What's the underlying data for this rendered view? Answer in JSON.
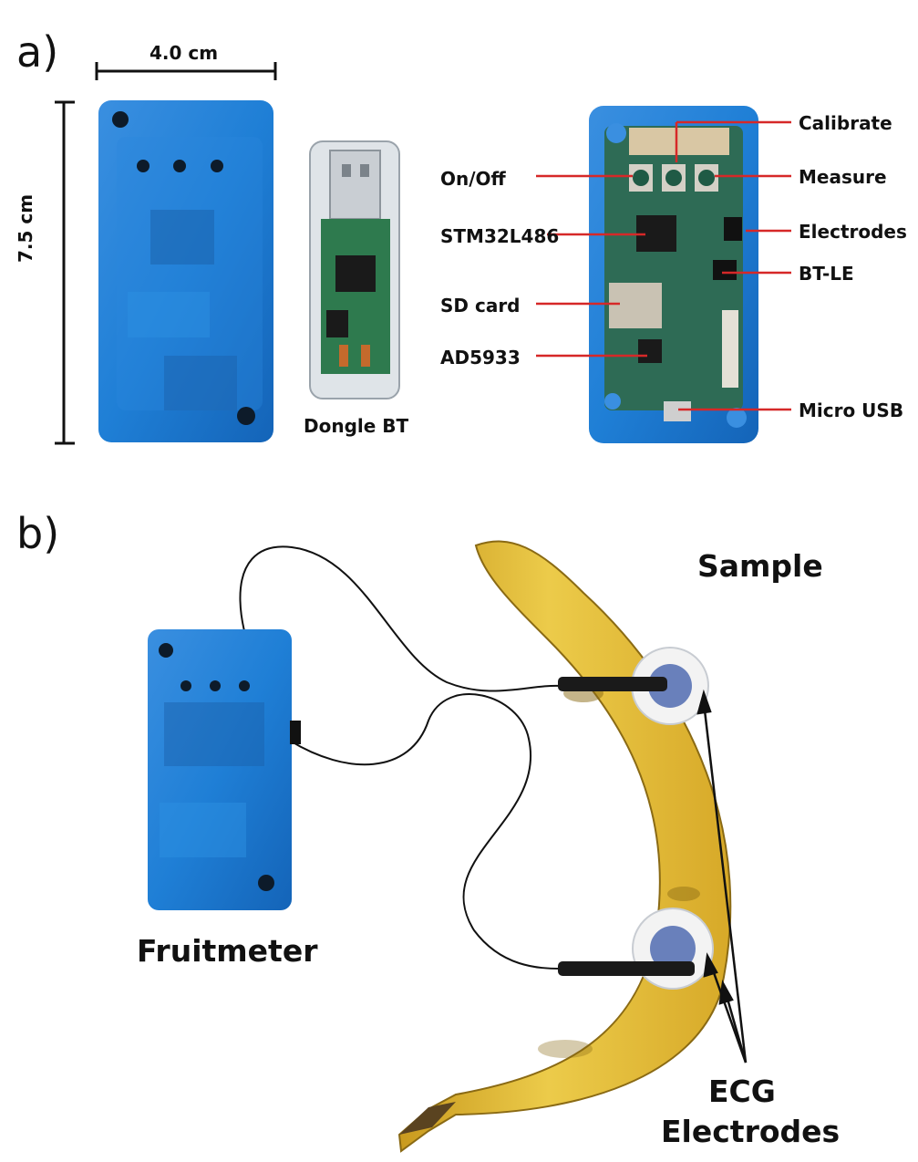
{
  "panel_a": {
    "label": "a)",
    "width_dim": "4.0 cm",
    "height_dim": "7.5 cm",
    "dongle_caption": "Dongle BT",
    "callouts_left": [
      "On/Off",
      "STM32L486",
      "SD card",
      "AD5933"
    ],
    "callouts_right": [
      "Calibrate",
      "Measure",
      "Electrodes",
      "BT-LE",
      "Micro USB"
    ]
  },
  "panel_b": {
    "label": "b)",
    "sample_label": "Sample",
    "device_label": "Fruitmeter",
    "electrodes_label_line1": "ECG",
    "electrodes_label_line2": "Electrodes"
  },
  "colors": {
    "case_blue": "#1f7fd6",
    "pcb_green": "#2e6b55",
    "callout_red": "#d62828",
    "banana_yellow": "#e9c23a"
  }
}
